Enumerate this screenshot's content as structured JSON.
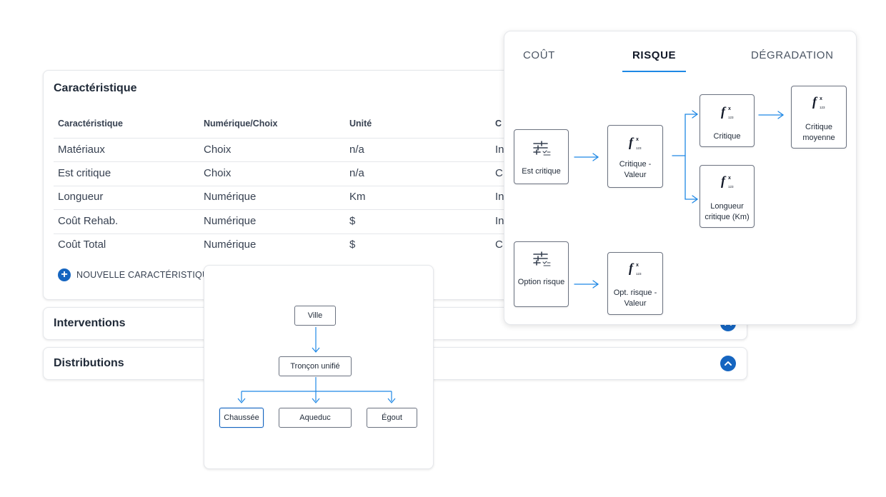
{
  "characteristics": {
    "title": "Caractéristique",
    "columns": [
      "Caractéristique",
      "Numérique/Choix",
      "Unité",
      "C"
    ],
    "rows": [
      [
        "Matériaux",
        "Choix",
        "n/a",
        "In"
      ],
      [
        "Est critique",
        "Choix",
        "n/a",
        "C"
      ],
      [
        "Longueur",
        "Numérique",
        "Km",
        "In"
      ],
      [
        "Coût Rehab.",
        "Numérique",
        "$",
        "In"
      ],
      [
        "Coût Total",
        "Numérique",
        "$",
        "C"
      ]
    ],
    "new_button_label": "NOUVELLE CARACTÉRISTIQUE"
  },
  "accordions": {
    "interventions": "Interventions",
    "distributions": "Distributions"
  },
  "hierarchy": {
    "root": "Ville",
    "middle": "Tronçon unifié",
    "children": [
      "Chaussée",
      "Aqueduc",
      "Égout"
    ],
    "selected": "Chaussée"
  },
  "tabs": {
    "items": [
      "COÛT",
      "RISQUE",
      "DÉGRADATION"
    ],
    "active": "RISQUE"
  },
  "flow": {
    "input_nodes": [
      "Est critique",
      "Option risque"
    ],
    "function_nodes": [
      "Critique - Valeur",
      "Critique",
      "Longueur critique (Km)",
      "Critique moyenne",
      "Opt. risque - Valeur"
    ],
    "accent_color": "#1e88e5"
  },
  "colors": {
    "primary": "#1565c0",
    "arrow": "#1e88e5",
    "border": "#6b7280"
  }
}
